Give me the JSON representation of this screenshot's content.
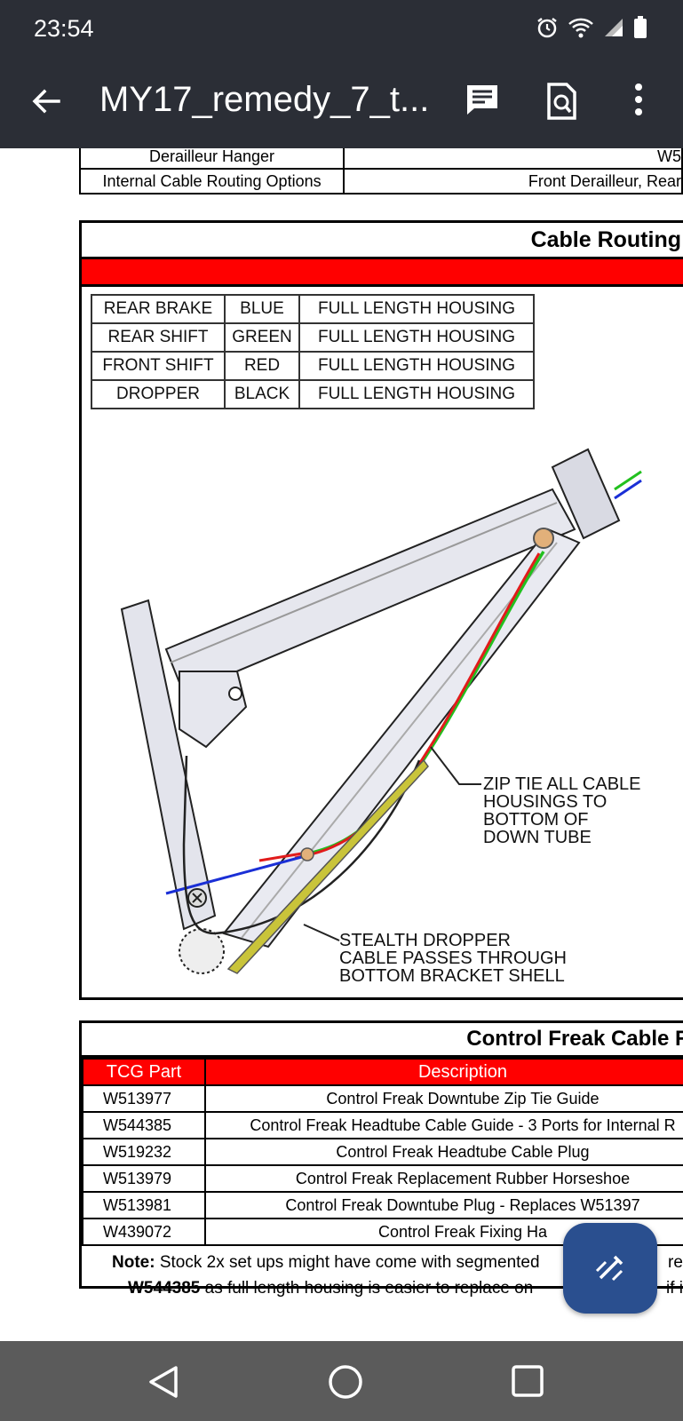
{
  "status_bar": {
    "time": "23:54",
    "icons": [
      "alarm-icon",
      "wifi-icon",
      "signal-icon",
      "battery-icon"
    ]
  },
  "app_bar": {
    "title": "MY17_remedy_7_t...",
    "icons": [
      "back-arrow-icon",
      "comment-icon",
      "search-document-icon",
      "more-vert-icon"
    ]
  },
  "spec_table": {
    "rows": [
      [
        "Derailleur Hanger",
        "W5"
      ],
      [
        "Internal Cable Routing Options",
        "Front Derailleur, Rear"
      ]
    ]
  },
  "routing": {
    "title": "Cable Routing D",
    "legend": [
      [
        "REAR BRAKE",
        "BLUE",
        "FULL LENGTH HOUSING"
      ],
      [
        "REAR SHIFT",
        "GREEN",
        "FULL LENGTH HOUSING"
      ],
      [
        "FRONT SHIFT",
        "RED",
        "FULL LENGTH HOUSING"
      ],
      [
        "DROPPER",
        "BLACK",
        "FULL LENGTH HOUSING"
      ]
    ],
    "callout_zip": [
      "ZIP TIE ALL CABLE",
      "HOUSINGS TO",
      "BOTTOM OF",
      "DOWN TUBE"
    ],
    "callout_dropper": [
      "STEALTH DROPPER",
      "CABLE PASSES THROUGH",
      "BOTTOM BRACKET SHELL"
    ],
    "cable_colors": {
      "blue": "#1a2fd6",
      "green": "#22c01f",
      "red": "#e11b1b",
      "black": "#222222"
    }
  },
  "control_freak": {
    "title": "Control Freak Cable Ro",
    "headers": [
      "TCG Part",
      "Description"
    ],
    "rows": [
      [
        "W513977",
        "Control Freak Downtube Zip Tie Guide"
      ],
      [
        "W544385",
        "Control Freak Headtube Cable Guide - 3 Ports for Internal R"
      ],
      [
        "W519232",
        "Control Freak Headtube Cable Plug"
      ],
      [
        "W513979",
        "Control Freak Replacement Rubber Horseshoe"
      ],
      [
        "W513981",
        "Control Freak Downtube Plug - Replaces W51397"
      ],
      [
        "W439072",
        "Control Freak Fixing Ha"
      ]
    ],
    "note_line1_bold": "Note:",
    "note_line1": " Stock 2x set ups might have come with segmented",
    "note_line1_tail": "rek",
    "note_line2_bold": "W544385",
    "note_line2": " as full length housing is easier to replace on",
    "note_line2_tail": "if it"
  },
  "fab": {
    "icon": "edit-pen-icon"
  },
  "nav_bar": {
    "icons": [
      "nav-back-icon",
      "nav-home-icon",
      "nav-recents-icon"
    ]
  },
  "colors": {
    "system_bar": "#2b2e36",
    "nav_bar": "#5b5b5b",
    "accent_red": "#ff0000",
    "fab": "#2a4f8f"
  }
}
